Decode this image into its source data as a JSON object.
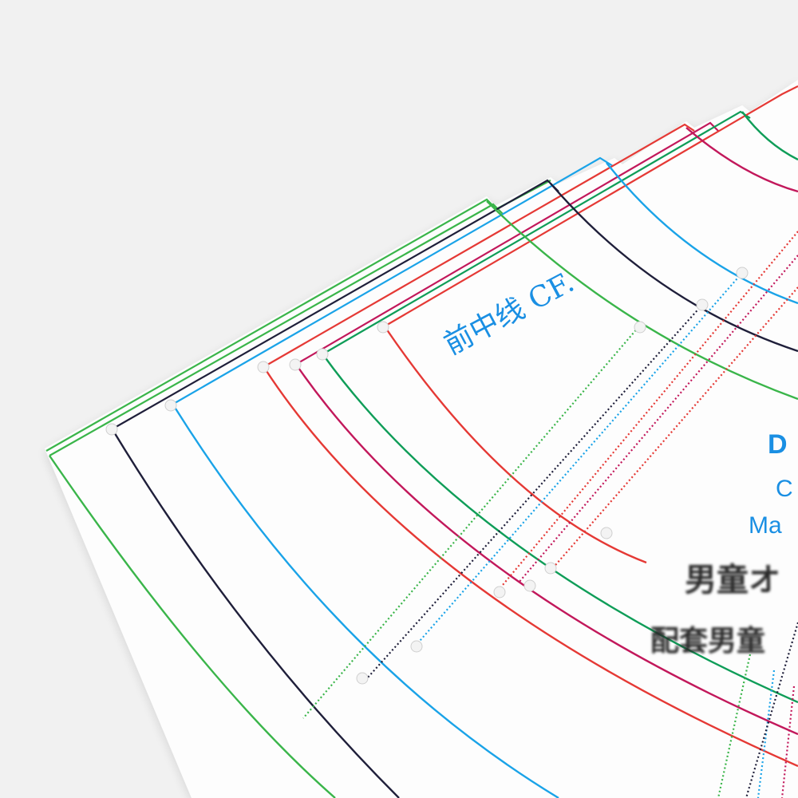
{
  "photo": {
    "cf_label": "前中线 CF.",
    "brand_partial": "D",
    "line2_partial": "C",
    "line3_partial": "Ma",
    "cn_line1_partial": "男童オ",
    "cn_line2_partial": "配套男童"
  },
  "colors": {
    "background": "#f1f1f1",
    "ruler": "#fdfdfd",
    "text_blue": "#1a8fe3",
    "text_dark": "#2a2a2a",
    "lines": [
      "#3ab54a",
      "#1f1f3a",
      "#1aa3e8",
      "#e53935",
      "#c2185b",
      "#0f9d58",
      "#e53935"
    ]
  }
}
